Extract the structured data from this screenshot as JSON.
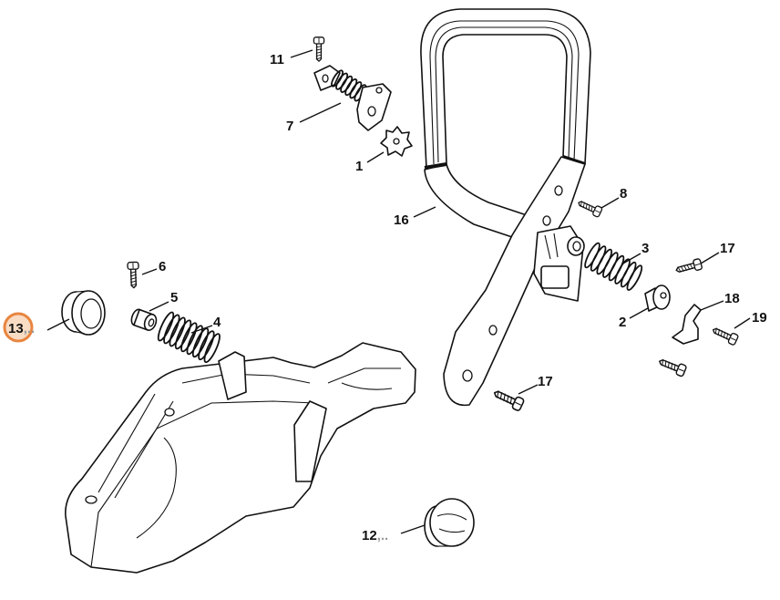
{
  "diagram": {
    "highlight_color": "#e8853f",
    "highlight_fill": "#f8dcc4",
    "callouts": [
      {
        "num": "11"
      },
      {
        "num": "7"
      },
      {
        "num": "1"
      },
      {
        "num": "16"
      },
      {
        "num": "8"
      },
      {
        "num": "3"
      },
      {
        "num": "17"
      },
      {
        "num": "18"
      },
      {
        "num": "19"
      },
      {
        "num": "2"
      },
      {
        "num": "6"
      },
      {
        "num": "5"
      },
      {
        "num": "4"
      },
      {
        "num": "13",
        "suffix": ",..",
        "selected": true
      },
      {
        "num": "17"
      },
      {
        "num": "12",
        "suffix": ",.."
      }
    ]
  }
}
